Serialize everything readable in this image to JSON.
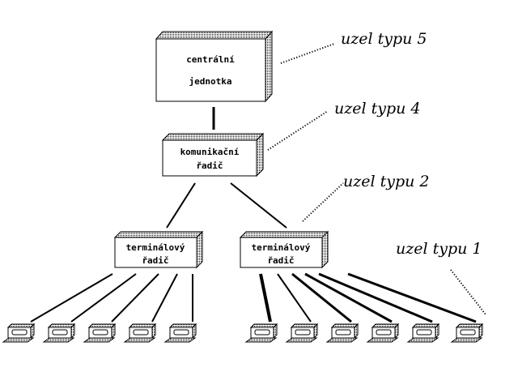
{
  "nodes": {
    "central": {
      "line1": "centrální",
      "line2": "jednotka"
    },
    "comm": {
      "line1": "komunikační",
      "line2": "řadič"
    },
    "term_left": {
      "line1": "terminálový",
      "line2": "řadič"
    },
    "term_right": {
      "line1": "terminálový",
      "line2": "řadič"
    }
  },
  "callouts": {
    "type5": "uzel typu 5",
    "type4": "uzel typu 4",
    "type2": "uzel typu 2",
    "type1": "uzel typu 1"
  },
  "terminals": {
    "left_group_count": 5,
    "right_group_count": 6
  }
}
